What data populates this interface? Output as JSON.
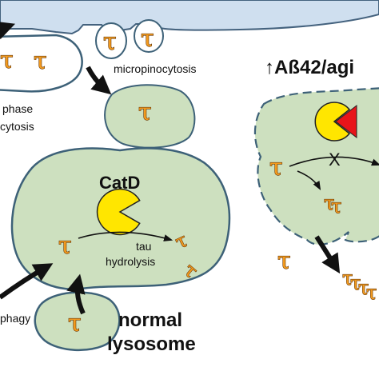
{
  "labels": {
    "micropinocytosis": "micropinocytosis",
    "phase": "phase",
    "cytosis": "cytosis",
    "abeta": "↑Aß42/agi",
    "catd": "CatD",
    "tau": "tau",
    "hydrolysis": "hydrolysis",
    "phagy": "phagy",
    "normal": "normal",
    "lysosome": "lysosome",
    "tau_symbol": "τ",
    "cross_mark": "X"
  },
  "colors": {
    "membrane_fill": "#cfdfef",
    "membrane_stroke": "#44627e",
    "vesicle_fill": "#cde0bf",
    "vesicle_stroke": "#3d6178",
    "tau_fill": "#f29a1e",
    "catd_yellow": "#ffe600",
    "inhibitor_red": "#e8141a",
    "arrow": "#111111"
  }
}
